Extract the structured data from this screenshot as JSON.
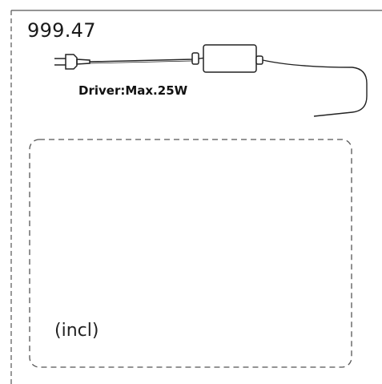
{
  "product_code": "999.47",
  "driver_label": "Driver:Max.25W",
  "incl_label": "(incl)",
  "components": [
    {
      "name": "plug-icon"
    },
    {
      "name": "power-adapter-icon"
    },
    {
      "name": "distribution-box-icon"
    },
    {
      "name": "cabinet-spot-light-icon"
    },
    {
      "name": "round-sensor-icon"
    },
    {
      "name": "led-strip-dotted-icon"
    },
    {
      "name": "led-bar-light-icon"
    },
    {
      "name": "remote-control-icon"
    }
  ],
  "colors": {
    "line": "#222222",
    "frame": "#555555"
  }
}
